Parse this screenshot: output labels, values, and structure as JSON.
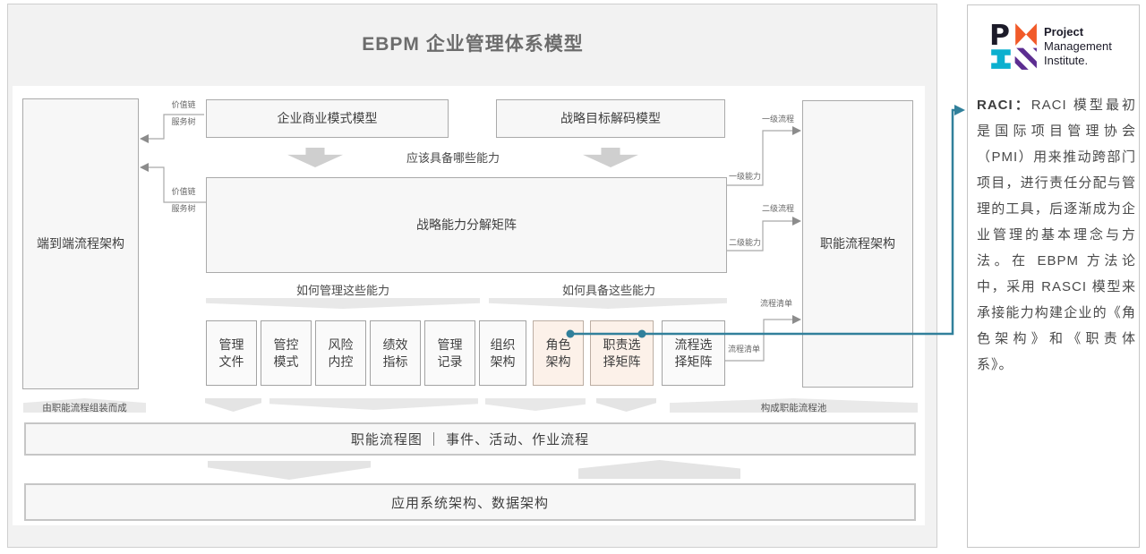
{
  "title": "EBPM 企业管理体系模型",
  "colors": {
    "teal": "#31809b",
    "highlight": "#fcf1e9",
    "connector_gray": "#a9a9a9"
  },
  "diagram": {
    "left_box": "端到端流程架构",
    "right_box": "职能流程架构",
    "top_boxes": [
      {
        "label": "企业商业模式模型"
      },
      {
        "label": "战略目标解码模型"
      }
    ],
    "matrix_box": "战略能力分解矩阵",
    "q_top": "应该具备哪些能力",
    "q_left": "如何管理这些能力",
    "q_right": "如何具备这些能力",
    "row_boxes": [
      {
        "label": "管理\n文件",
        "highlight": false
      },
      {
        "label": "管控\n模式",
        "highlight": false
      },
      {
        "label": "风险\n内控",
        "highlight": false
      },
      {
        "label": "绩效\n指标",
        "highlight": false
      },
      {
        "label": "管理\n记录",
        "highlight": false
      },
      {
        "label": "组织\n架构",
        "highlight": false
      },
      {
        "label": "角色\n架构",
        "highlight": true
      },
      {
        "label": "职责选\n择矩阵",
        "highlight": true
      },
      {
        "label": "流程选\n择矩阵",
        "highlight": false
      }
    ],
    "ribbon_left_label": "由职能流程组装而成",
    "ribbon_right_label": "构成职能流程池",
    "bar1": "职能流程图 ｜ 事件、活动、作业流程",
    "bar2": "应用系统架构、数据架构",
    "connector_labels": {
      "value_chain": "价值链",
      "service_tree": "服务树",
      "lvl1_process": "一级流程",
      "lvl1_capability": "一级能力",
      "lvl2_process": "二级流程",
      "lvl2_capability": "二级能力",
      "process_list": "流程清单"
    }
  },
  "side_panel": {
    "logo": {
      "line1": "Project",
      "line2": "Management",
      "line3": "Institute."
    },
    "raci_lead": "RACI：",
    "raci_body": "RACI 模型最初是国际项目管理协会（PMI）用来推动跨部门项目，进行责任分配与管理的工具，后逐渐成为企业管理的基本理念与方法。在 EBPM 方法论中，采用 RASCI 模型来承接能力构建企业的《角色架构》和《职责体系》。"
  }
}
